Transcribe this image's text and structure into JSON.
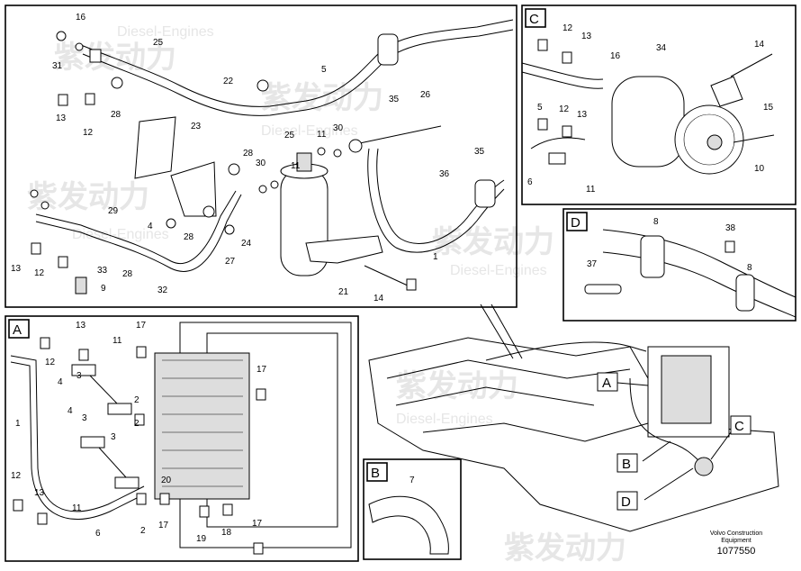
{
  "diagram": {
    "watermark": {
      "cn": "紫发动力",
      "en": "Diesel-Engines"
    },
    "panel_labels": {
      "A": "A",
      "B": "B",
      "C": "C",
      "D": "D"
    },
    "footer": {
      "brand": "Volvo Construction",
      "sub": "Equipment",
      "code": "1077550"
    },
    "main_numbers": [
      "16",
      "25",
      "31",
      "5",
      "22",
      "13",
      "12",
      "28",
      "35",
      "23",
      "26",
      "11",
      "30",
      "25",
      "30",
      "11",
      "28",
      "35",
      "4",
      "28",
      "36",
      "29",
      "24",
      "1",
      "13",
      "12",
      "33",
      "28",
      "27",
      "9",
      "32",
      "21",
      "14"
    ],
    "panel_A_numbers": [
      "13",
      "17",
      "11",
      "12",
      "4",
      "3",
      "2",
      "1",
      "4",
      "3",
      "2",
      "3",
      "20",
      "17",
      "12",
      "13",
      "11",
      "6",
      "2",
      "17",
      "19",
      "18",
      "17"
    ],
    "panel_B_numbers": [
      "7"
    ],
    "panel_C_numbers": [
      "12",
      "13",
      "16",
      "34",
      "14",
      "5",
      "12",
      "13",
      "15",
      "6",
      "11",
      "10"
    ],
    "panel_D_numbers": [
      "8",
      "38",
      "37",
      "8"
    ]
  }
}
